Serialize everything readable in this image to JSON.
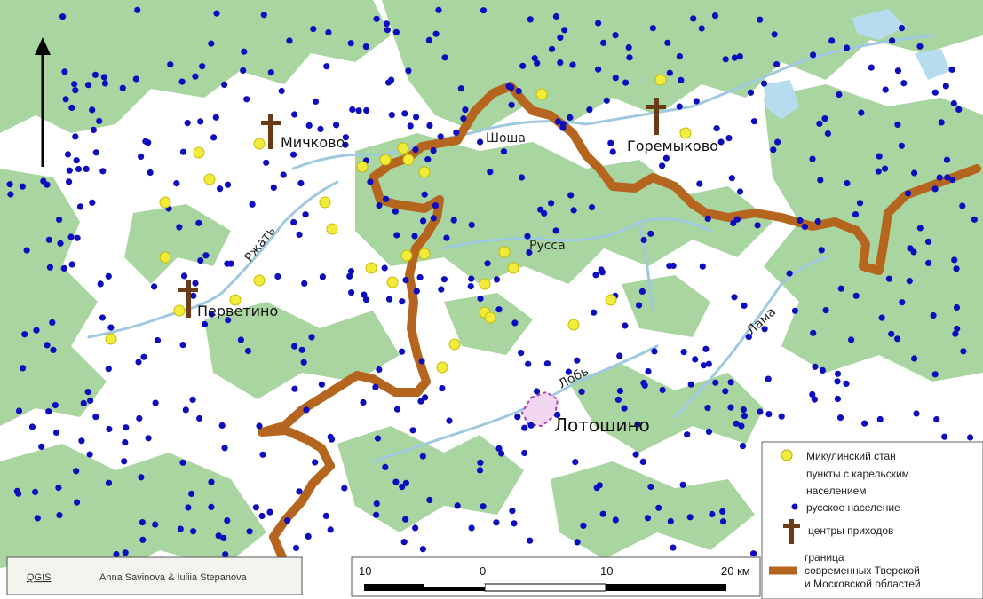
{
  "map": {
    "colors": {
      "background": "#ffffff",
      "forest": "#a9d5a0",
      "water": "#b7dcef",
      "river": "#9fc9e0",
      "russian_dot": "#0d0dbf",
      "karelian_dot": "#f1ec3c",
      "border": "#b5651d",
      "parish_cross": "#6b3a17",
      "town_outline": "#b040b8"
    },
    "places": {
      "michkovo": "Мичково",
      "goremykovo": "Горемыково",
      "pervetino": "Перветино",
      "lotoshino": "Лотошино"
    },
    "rivers": {
      "shosha": "Шоша",
      "russa": "Русса",
      "rzhat": "Ржать",
      "lob": "Лобь",
      "lama": "Лама"
    },
    "north_arrow": "north-arrow-icon"
  },
  "legend": {
    "karelian_title": "Микулинский стан",
    "karelian_line1": "пункты с карельским",
    "karelian_line2": "населением",
    "russian": "русское население",
    "parish": "центры приходов",
    "border_line1": "граница",
    "border_line2": "современных Тверской",
    "border_line3": "и Московской областей"
  },
  "credits": {
    "software": "QGIS",
    "authors": "Anna Savinova & Iuliia Stepanova"
  },
  "scale": {
    "labels": [
      "10",
      "0",
      "10",
      "20 км"
    ]
  }
}
